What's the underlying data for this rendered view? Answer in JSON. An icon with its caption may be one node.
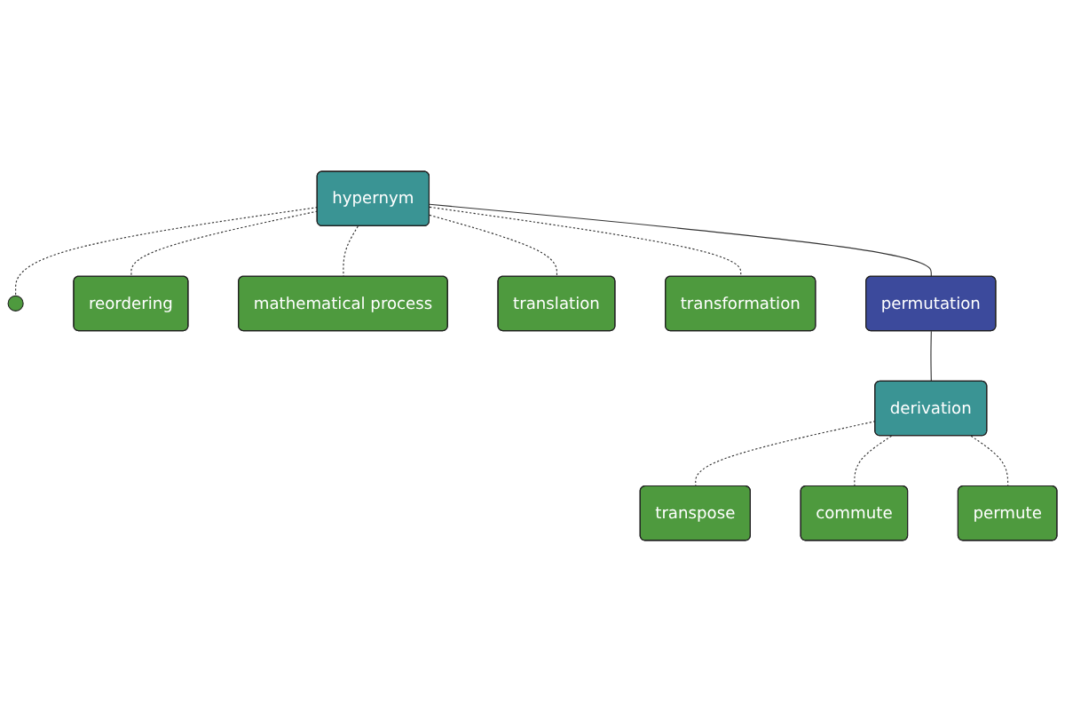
{
  "diagram": {
    "nodes": [
      {
        "text": [],
        "shape": "circle"
      },
      {
        "text": [
          "reordering"
        ]
      },
      {
        "text": [
          "mathematical process"
        ]
      },
      {
        "text": [
          "translation"
        ]
      },
      {
        "text": [
          "transpose"
        ]
      },
      {
        "text": [
          "hypernym"
        ]
      },
      {
        "text": [
          "commute"
        ]
      },
      {
        "text": [
          "derivation"
        ]
      },
      {
        "text": [
          "transformation"
        ]
      },
      {
        "text": [
          "permutation"
        ]
      },
      {
        "text": [
          "permute"
        ]
      }
    ],
    "edges": [
      {
        "from": 5,
        "to": 9,
        "arrow": "none"
      },
      {
        "from": 9,
        "to": 7,
        "arrow": "none"
      },
      {
        "from": 5,
        "to": 0,
        "arrow": "none",
        "style": "dashed"
      },
      {
        "from": 5,
        "to": 1,
        "arrow": "none",
        "style": "dashed"
      },
      {
        "from": 5,
        "to": 2,
        "arrow": "none",
        "style": "dashed"
      },
      {
        "from": 5,
        "to": 3,
        "arrow": "none",
        "style": "dashed"
      },
      {
        "from": 5,
        "to": 8,
        "arrow": "none",
        "style": "dashed"
      },
      {
        "from": 7,
        "to": 4,
        "arrow": "none",
        "style": "dashed"
      },
      {
        "from": 7,
        "to": 6,
        "arrow": "none",
        "style": "dashed"
      },
      {
        "from": 7,
        "to": 10,
        "arrow": "none",
        "style": "dashed"
      }
    ]
  }
}
